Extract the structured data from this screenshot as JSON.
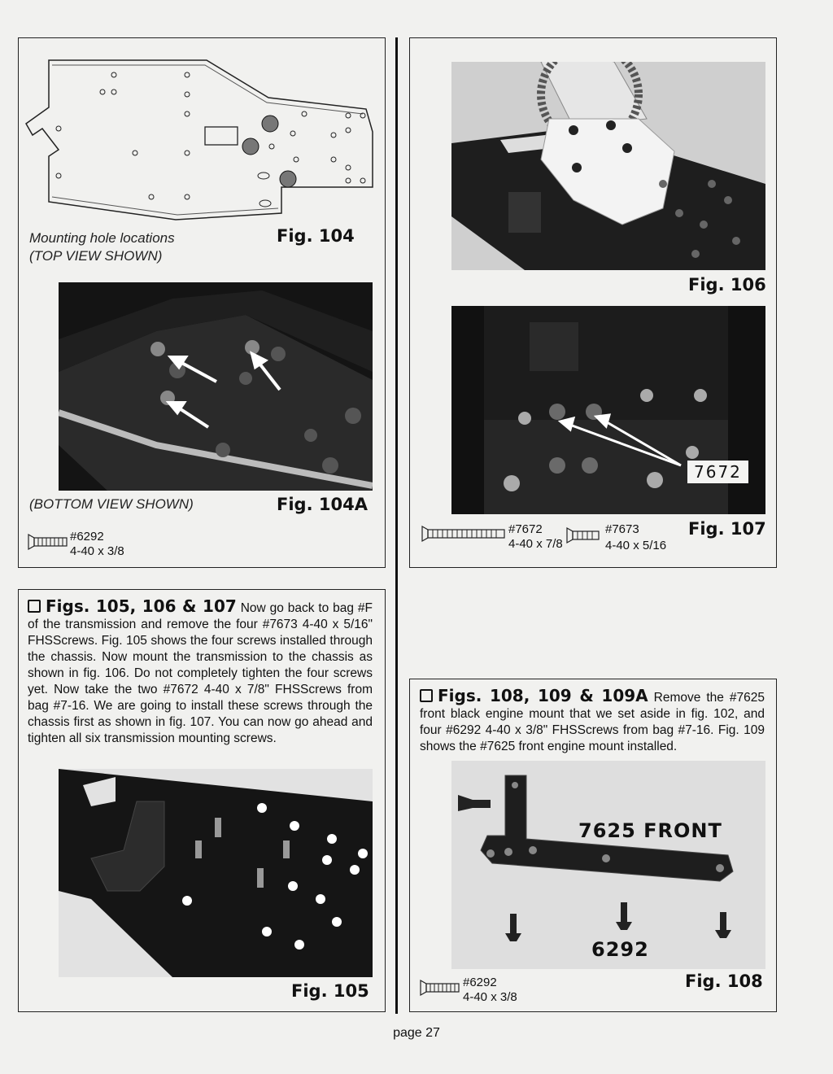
{
  "fig104": {
    "caption_line1": "Mounting hole locations",
    "caption_line2": "(TOP VIEW SHOWN)",
    "label": "Fig. 104"
  },
  "fig104a": {
    "caption": "(BOTTOM VIEW SHOWN)",
    "label": "Fig. 104A",
    "part_number": "#6292",
    "part_size": "4-40 x 3/8"
  },
  "fig106": {
    "label": "Fig. 106"
  },
  "fig107": {
    "label": "Fig. 107",
    "photo_label": "7672",
    "part1_number": "#7672",
    "part1_size": "4-40 x 7/8",
    "part2_number": "#7673",
    "part2_size": "4-40 x 5/16"
  },
  "step1": {
    "heading": "Figs. 105, 106 & 107",
    "body": "Now go back to bag #F of the transmission and remove the four #7673 4-40 x 5/16\" FHSScrews. Fig. 105 shows the four screws installed through the chassis. Now mount the transmission to the chassis as shown in fig. 106. Do not completely tighten the four screws yet. Now take the two #7672 4-40 x 7/8\" FHSScrews from bag #7-16. We are going to install these screws through the chassis first as shown in fig. 107. You can now go ahead and tighten all six transmission mounting screws."
  },
  "fig105": {
    "label": "Fig. 105"
  },
  "step2": {
    "heading": "Figs. 108, 109 & 109A",
    "body": "Remove the #7625 front black engine mount that we set aside in fig. 102, and four #6292 4-40 x 3/8\" FHSScrews from bag #7-16. Fig. 109 shows the #7625 front engine mount installed."
  },
  "fig108": {
    "label": "Fig. 108",
    "photo_label_top": "7625 FRONT",
    "photo_label_bottom": "6292",
    "part_number": "#6292",
    "part_size": "4-40 x 3/8"
  },
  "footer": {
    "page": "page 27"
  }
}
